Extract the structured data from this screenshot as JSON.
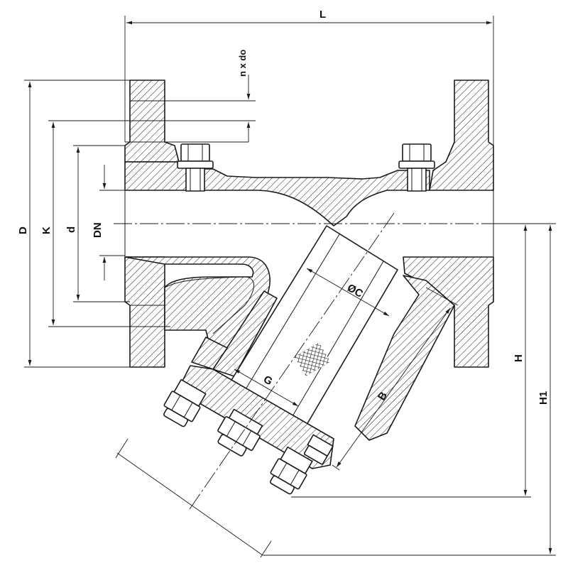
{
  "drawing": {
    "labels": {
      "L": "L",
      "n_x_do": "n x do",
      "D": "D",
      "K": "K",
      "d": "d",
      "DN": "DN",
      "C": "ØC",
      "G": "G",
      "B": "B",
      "H": "H",
      "H1": "H1"
    }
  }
}
